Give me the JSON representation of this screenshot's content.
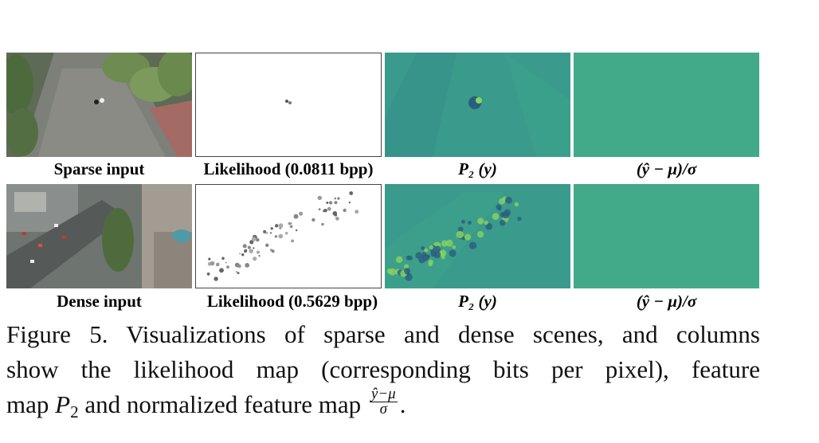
{
  "rows": [
    {
      "name": "sparse",
      "labels": {
        "input": "Sparse input",
        "likelihood": "Likelihood (0.0811 bpp)",
        "p2": "P₂ (y)",
        "normalized": "(ŷ − μ)/σ"
      }
    },
    {
      "name": "dense",
      "labels": {
        "input": "Dense input",
        "likelihood": "Likelihood (0.5629 bpp)",
        "p2": "P₂ (y)",
        "normalized": "(ŷ − μ)/σ"
      }
    }
  ],
  "caption": {
    "line1": "Figure 5. Visualizations of sparse and dense scenes, and columns",
    "line2": "show the likelihood map (corresponding bits per pixel), feature",
    "line3_a": "map ",
    "line3_p": "P",
    "line3_sub": "2",
    "line3_b": " and normalized feature map ",
    "frac_num": "ŷ−μ",
    "frac_den": "σ",
    "line3_end": "."
  },
  "colors": {
    "viridis_base": "#3a9a8c",
    "viridis_light": "#4fbf7a",
    "viridis_dark": "#2c6f8e",
    "likelihood_bg": "#ffffff"
  }
}
